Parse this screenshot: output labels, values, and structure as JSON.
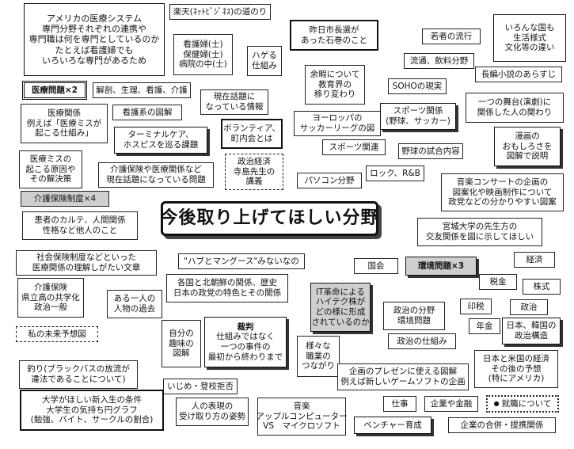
{
  "central": {
    "title": "今後取り上げてほしい分野"
  },
  "nodes": [
    {
      "id": "us-medical",
      "lines": [
        "アメリカの医療システム",
        "専門分野それぞれの連携や",
        "専門職は何を専門としているのか",
        "たとえば看護婦でも",
        "いろいろな専門があるため"
      ]
    },
    {
      "id": "rakuten",
      "lines": [
        "楽天(ﾈｯﾄﾋﾞｼﾞﾈｽ)の道のり"
      ]
    },
    {
      "id": "ishinomaki",
      "lines": [
        "昨日市長選が",
        "あった石巻のこと"
      ]
    },
    {
      "id": "young-trend",
      "lines": [
        "若者の流行"
      ]
    },
    {
      "id": "lifestyle",
      "lines": [
        "いろんな国も",
        "生活様式",
        "文化等の違い"
      ]
    },
    {
      "id": "nurse",
      "lines": [
        "看護婦(士)",
        "保健婦(士)",
        "病院の中(士)"
      ]
    },
    {
      "id": "bald",
      "lines": [
        "ハゲる",
        "仕組み"
      ]
    },
    {
      "id": "distribution",
      "lines": [
        "流通、飲料分野"
      ]
    },
    {
      "id": "long-novel",
      "lines": [
        "長編小説のあらすじ"
      ]
    },
    {
      "id": "medical-x2",
      "lines": [
        "医療問題×2"
      ]
    },
    {
      "id": "anatomy",
      "lines": [
        "解剖、生理、看護、介護"
      ]
    },
    {
      "id": "current-topics",
      "lines": [
        "現在話題に",
        "なっている情報"
      ]
    },
    {
      "id": "education",
      "lines": [
        "余暇について",
        "教育界の",
        "移り変わり"
      ]
    },
    {
      "id": "soho",
      "lines": [
        "SOHOの現実"
      ]
    },
    {
      "id": "stage",
      "lines": [
        "一つの舞台(演劇)に",
        "関係した人の関わり"
      ]
    },
    {
      "id": "medical-relation",
      "lines": [
        "医療関係",
        "例えば「医療ミスが",
        "起こる仕組み」"
      ]
    },
    {
      "id": "nursing-diagram",
      "lines": [
        "看護系の図解"
      ]
    },
    {
      "id": "europe-soccer",
      "lines": [
        "ヨーロッパの",
        "サッカーリーグの図"
      ]
    },
    {
      "id": "sports",
      "lines": [
        "スポーツ関係",
        "(野球、サッカー)"
      ]
    },
    {
      "id": "manga",
      "lines": [
        "漫画の",
        "おもしろさを",
        "図解で説明"
      ]
    },
    {
      "id": "terminal-care",
      "lines": [
        "ターミナルケア、",
        "ホスピスを巡る課題"
      ]
    },
    {
      "id": "volunteer",
      "lines": [
        "ボランティア、",
        "町内会とは"
      ]
    },
    {
      "id": "sports-related",
      "lines": [
        "スポーツ関連"
      ]
    },
    {
      "id": "baseball",
      "lines": [
        "野球の試合内容"
      ]
    },
    {
      "id": "medical-error",
      "lines": [
        "医療ミスの",
        "起こる原因や",
        "その解決策"
      ]
    },
    {
      "id": "care-insurance-topics",
      "lines": [
        "介護保険や医療関係など",
        "現在話題になっている問題"
      ]
    },
    {
      "id": "politics-lecture",
      "lines": [
        "政治経済",
        "寺島先生の",
        "講義"
      ]
    },
    {
      "id": "pc",
      "lines": [
        "パソコン分野"
      ]
    },
    {
      "id": "rock-rb",
      "lines": [
        "ロック、R&B"
      ]
    },
    {
      "id": "music-concert",
      "lines": [
        "音楽コンサートの企画の",
        "図案化や映画制作について",
        "政党などの分かりやすい図案"
      ]
    },
    {
      "id": "care-insurance-x4",
      "lines": [
        "介護保険制度×4"
      ]
    },
    {
      "id": "patient-chart",
      "lines": [
        "患者のカルテ、人間関係",
        "性格など他人のこと"
      ]
    },
    {
      "id": "miyagi",
      "lines": [
        "宮城大学の先生方の",
        "交友関係を図に示してほしい"
      ]
    },
    {
      "id": "social-security",
      "lines": [
        "社会保険制度などといった",
        "医療関係の理解しがたい文章"
      ]
    },
    {
      "id": "hub-mongoose",
      "lines": [
        "\"ハブとマングース\"みないなの"
      ]
    },
    {
      "id": "diet",
      "lines": [
        "国会"
      ]
    },
    {
      "id": "environment-x3",
      "lines": [
        "環境問題×3"
      ]
    },
    {
      "id": "economy",
      "lines": [
        "経済"
      ]
    },
    {
      "id": "care-insurance",
      "lines": [
        "介護保険",
        "県立高の共学化",
        "政治一般"
      ]
    },
    {
      "id": "north-korea",
      "lines": [
        "各国と北朝鮮の関係、歴史",
        "日本の政党の特色とその関係"
      ]
    },
    {
      "id": "it-revolution",
      "lines": [
        "IT革命による",
        "ハイテク株が",
        "どの様に形成",
        "されているのか"
      ]
    },
    {
      "id": "tax",
      "lines": [
        "税金"
      ]
    },
    {
      "id": "stock",
      "lines": [
        "株式"
      ]
    },
    {
      "id": "person-past",
      "lines": [
        "ある一人の",
        "人物の過去"
      ]
    },
    {
      "id": "politics-environment",
      "lines": [
        "政治の分野",
        "環境問題"
      ]
    },
    {
      "id": "stamp",
      "lines": [
        "印税"
      ]
    },
    {
      "id": "politics",
      "lines": [
        "政治"
      ]
    },
    {
      "id": "my-future",
      "lines": [
        "私の未来予想図"
      ]
    },
    {
      "id": "hobby",
      "lines": [
        "自分の",
        "趣味の",
        "図解"
      ]
    },
    {
      "id": "trial",
      "lines": [
        "裁判",
        "仕組みではなく",
        "一つの事件の",
        "最初から終わりまで"
      ]
    },
    {
      "id": "pension",
      "lines": [
        "年金"
      ]
    },
    {
      "id": "japan-korea",
      "lines": [
        "日本、韓国の",
        "政治構造"
      ]
    },
    {
      "id": "politics-mechanism",
      "lines": [
        "政治の仕組み"
      ]
    },
    {
      "id": "fishing",
      "lines": [
        "釣り(ブラックバスの放流が",
        "違法であることについて)"
      ]
    },
    {
      "id": "jobs",
      "lines": [
        "様々な",
        "職業の",
        "つながり"
      ]
    },
    {
      "id": "japan-us",
      "lines": [
        "日本と米国の経済",
        "その後の予想",
        "(特にアメリカ)"
      ]
    },
    {
      "id": "presentation",
      "lines": [
        "企画のプレゼンに使える図解",
        "例えば新しいゲームソフトの企画"
      ]
    },
    {
      "id": "bullying",
      "lines": [
        "いじめ・登校拒否"
      ]
    },
    {
      "id": "university-life",
      "lines": [
        "大学がほしい新入生の条件",
        "大学生の気持ち円グラフ",
        "(勉強、バイト、サークルの割合)"
      ]
    },
    {
      "id": "expression",
      "lines": [
        "人の表現の",
        "受け取り方の姿勢"
      ]
    },
    {
      "id": "music-apple",
      "lines": [
        "音楽",
        "アップルコンピューター",
        "VS　マイクロソフト"
      ]
    },
    {
      "id": "work",
      "lines": [
        "仕事"
      ]
    },
    {
      "id": "company-finance",
      "lines": [
        "企業や金融"
      ]
    },
    {
      "id": "job-hunting",
      "lines": [
        "就職について"
      ]
    },
    {
      "id": "venture",
      "lines": [
        "ベンチャー育成"
      ]
    },
    {
      "id": "merger",
      "lines": [
        "企業の合併・提携関係"
      ]
    }
  ]
}
